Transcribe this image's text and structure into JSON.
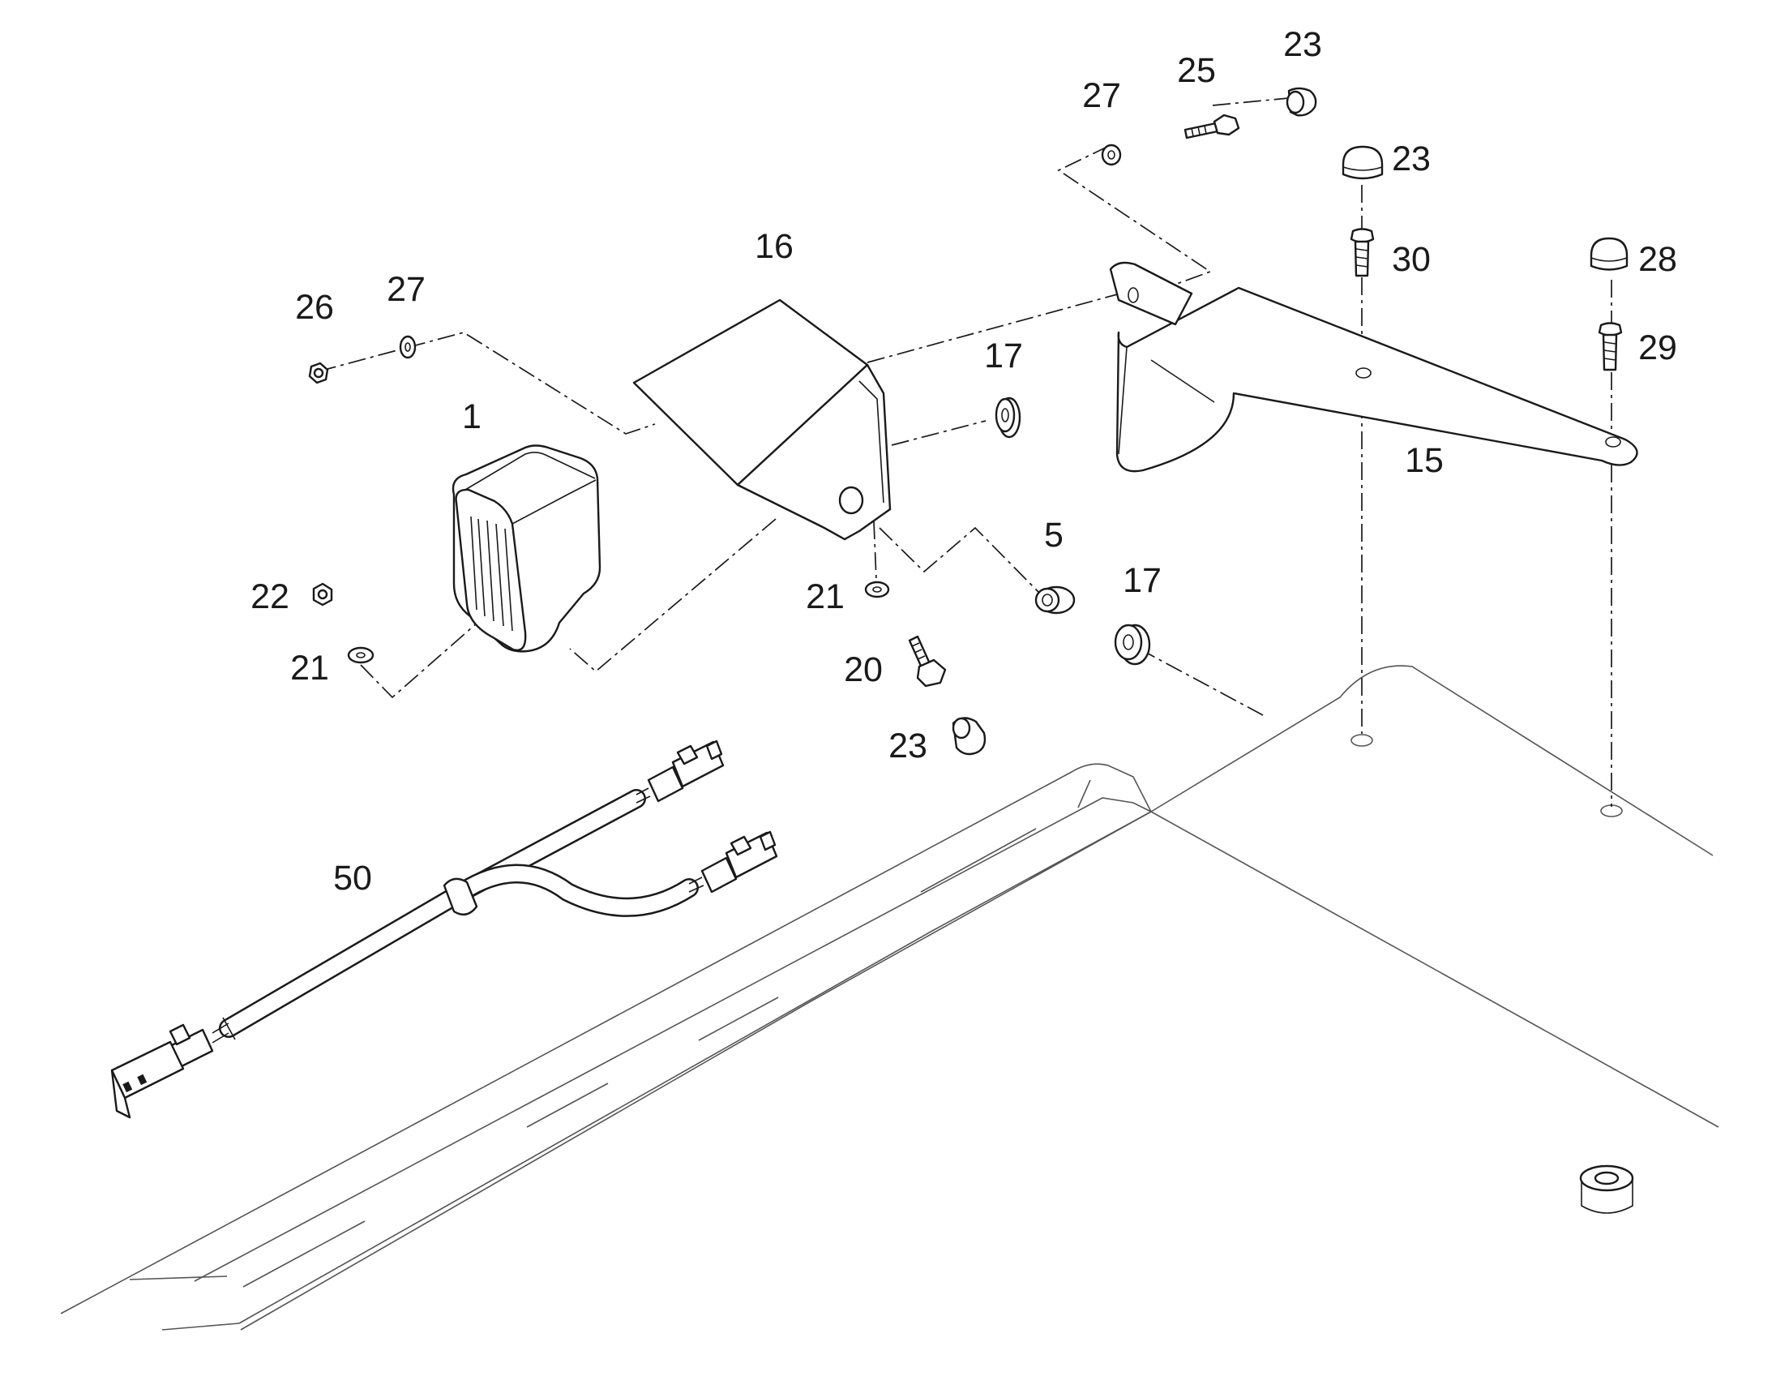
{
  "diagram": {
    "callouts": {
      "c1": "1",
      "c5": "5",
      "c15": "15",
      "c16": "16",
      "c17a": "17",
      "c17b": "17",
      "c20": "20",
      "c21a": "21",
      "c21b": "21",
      "c22": "22",
      "c23a": "23",
      "c23b": "23",
      "c23c": "23",
      "c25": "25",
      "c26": "26",
      "c27a": "27",
      "c27b": "27",
      "c28": "28",
      "c29": "29",
      "c30": "30",
      "c50": "50"
    }
  }
}
